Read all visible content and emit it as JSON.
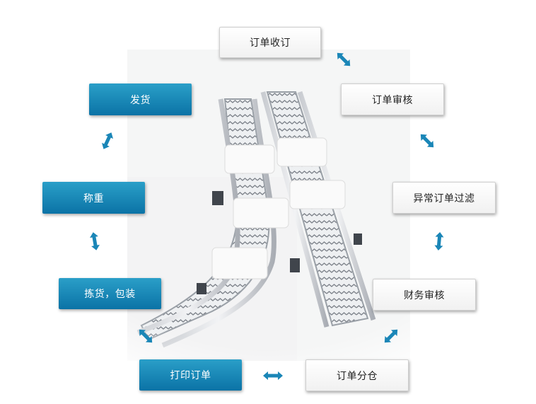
{
  "steps": {
    "order_receive": "订单收订",
    "order_review": "订单审核",
    "exception_filter": "异常订单过滤",
    "finance_review": "财务审核",
    "order_split": "订单分仓",
    "print_order": "打印订单",
    "pick_pack": "拣货，包装",
    "weigh": "称重",
    "ship": "发货"
  },
  "colors": {
    "blue_box": "#1688b8",
    "gray_box": "#f4f4f4",
    "arrow": "#1a86b7"
  },
  "icons": {
    "connector": "double-arrow-icon"
  }
}
